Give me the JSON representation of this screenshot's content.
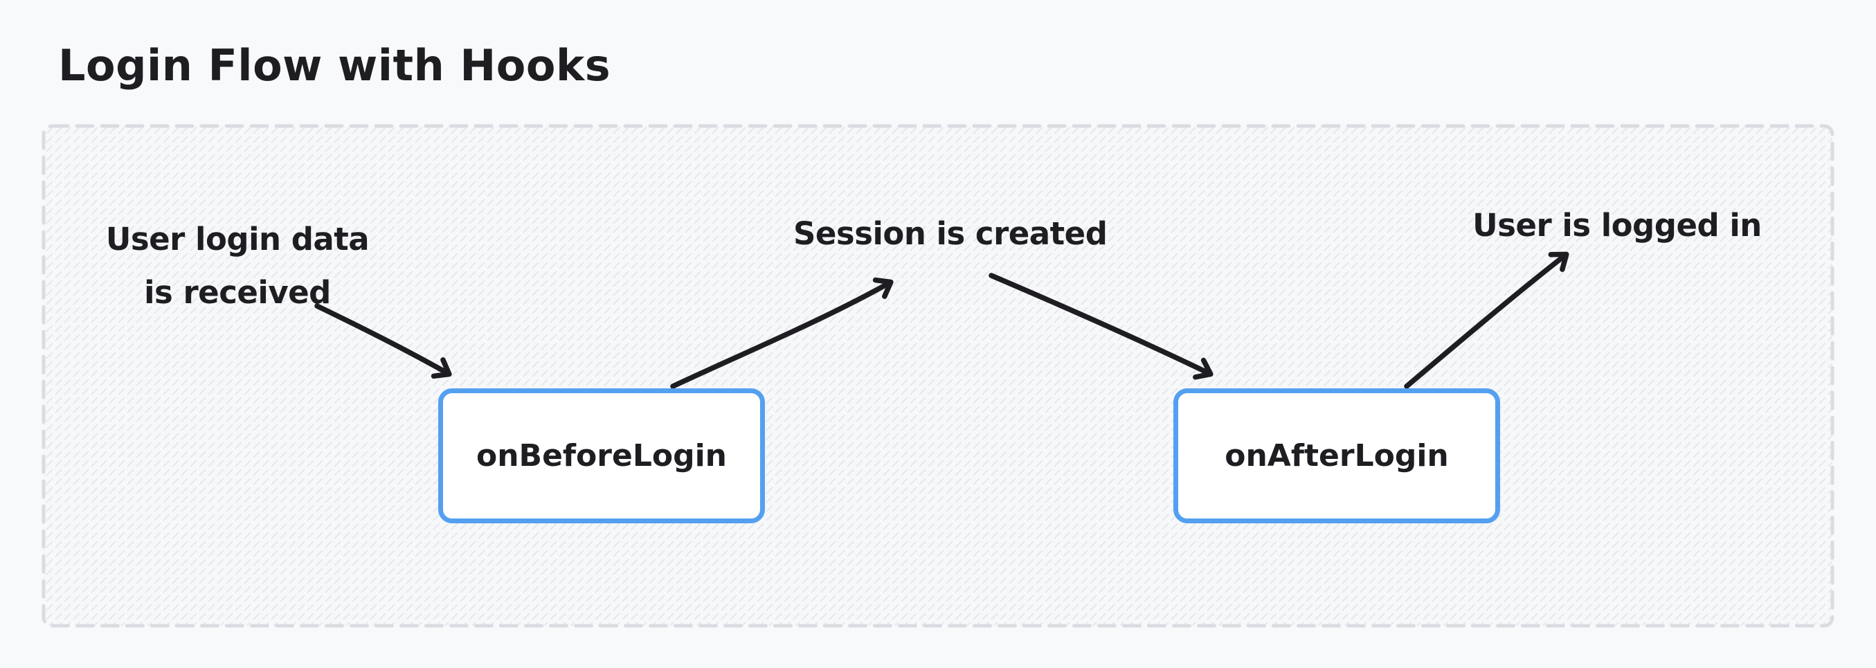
{
  "diagram": {
    "title": "Login Flow with Hooks",
    "nodes": {
      "before": {
        "label": "onBeforeLogin"
      },
      "after": {
        "label": "onAfterLogin"
      }
    },
    "annotations": {
      "received": {
        "line1": "User login data",
        "line2": "is received"
      },
      "session": {
        "text": "Session is created"
      },
      "loggedin": {
        "text": "User is logged in"
      }
    },
    "colors": {
      "ink": "#1e1e22",
      "node_border": "#54a0f0",
      "node_fill": "#ffffff",
      "frame_border": "#d9dce1",
      "frame_fill": "#f7f8fa",
      "hatch": "#e6e9ed",
      "canvas_background": "#f8f9fa"
    }
  }
}
